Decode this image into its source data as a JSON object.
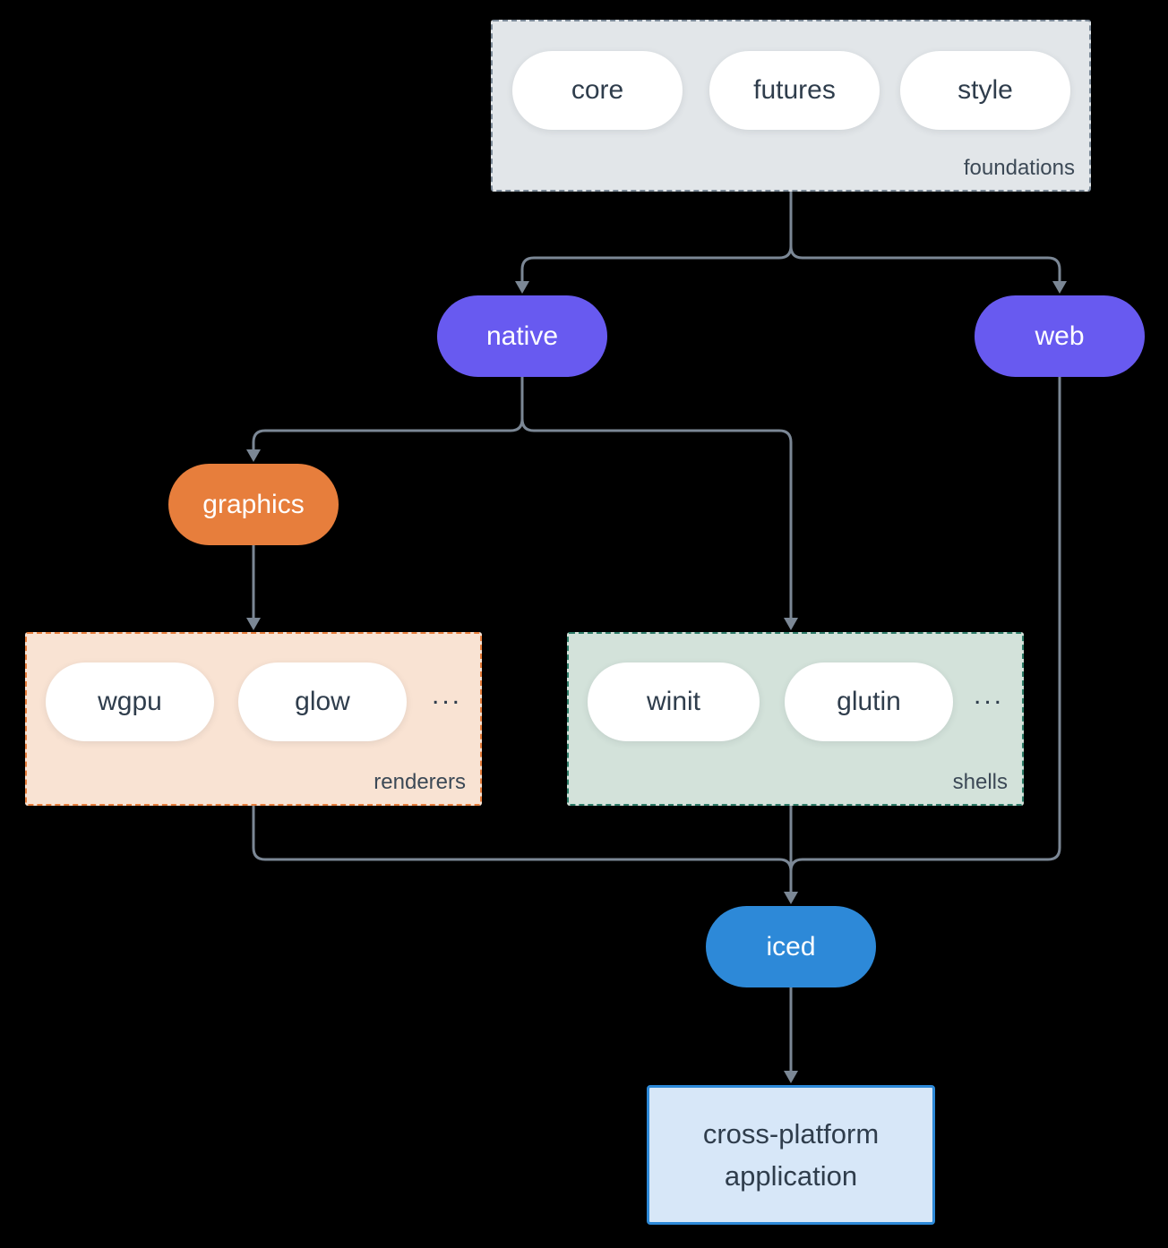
{
  "colors": {
    "background": "#000000",
    "connector_line": "#7b8795",
    "foundations_fill": "#e2e6e9",
    "foundations_border": "#7d8b99",
    "purple_node": "#685af0",
    "orange_node": "#e77e3c",
    "renderers_fill": "#f9e3d3",
    "renderers_border": "#e77e3c",
    "shells_fill": "#d3e2da",
    "shells_border": "#2e7c68",
    "blue_node": "#2d89d8",
    "app_fill": "#d7e7f8",
    "app_border": "#2d89d8",
    "pill_fill": "#ffffff",
    "text_dark": "#2f3d4c",
    "group_label_text": "#3c4956"
  },
  "foundations": {
    "label": "foundations",
    "pills": [
      "core",
      "futures",
      "style"
    ]
  },
  "nodes": {
    "native": {
      "label": "native"
    },
    "web": {
      "label": "web"
    },
    "graphics": {
      "label": "graphics"
    },
    "iced": {
      "label": "iced"
    }
  },
  "renderers": {
    "label": "renderers",
    "pills": [
      "wgpu",
      "glow"
    ],
    "ellipsis": "..."
  },
  "shells": {
    "label": "shells",
    "pills": [
      "winit",
      "glutin"
    ],
    "ellipsis": "..."
  },
  "app": {
    "line1": "cross-platform",
    "line2": "application"
  }
}
